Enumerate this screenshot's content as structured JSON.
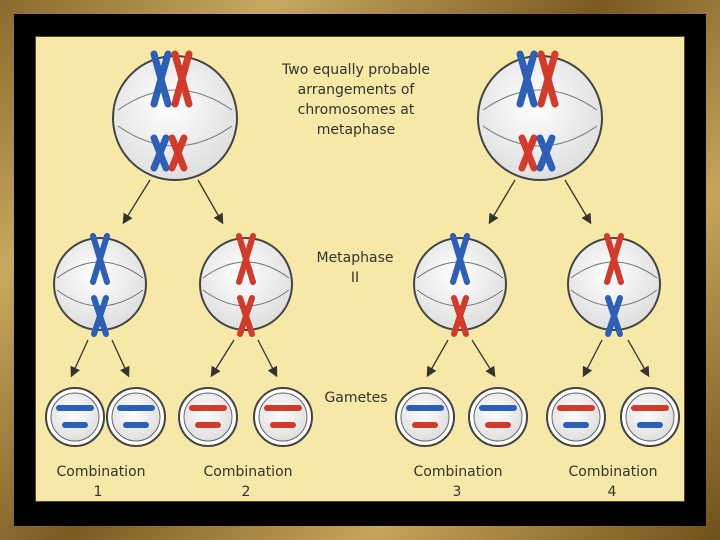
{
  "title_lines": [
    "Two equally probable",
    "arrangements of",
    "chromosomes at",
    "metaphase"
  ],
  "metaphase2_lines": [
    "Metaphase",
    "II"
  ],
  "gametes_label": "Gametes",
  "combinations": [
    {
      "word": "Combination",
      "num": "1"
    },
    {
      "word": "Combination",
      "num": "2"
    },
    {
      "word": "Combination",
      "num": "3"
    },
    {
      "word": "Combination",
      "num": "4"
    }
  ],
  "colors": {
    "maternal_blue": "#2b5fb8",
    "paternal_red": "#d23a2a",
    "panel": "#f6e8a6",
    "cell_fill": "#f3f3f3",
    "cell_stroke": "#444444"
  }
}
